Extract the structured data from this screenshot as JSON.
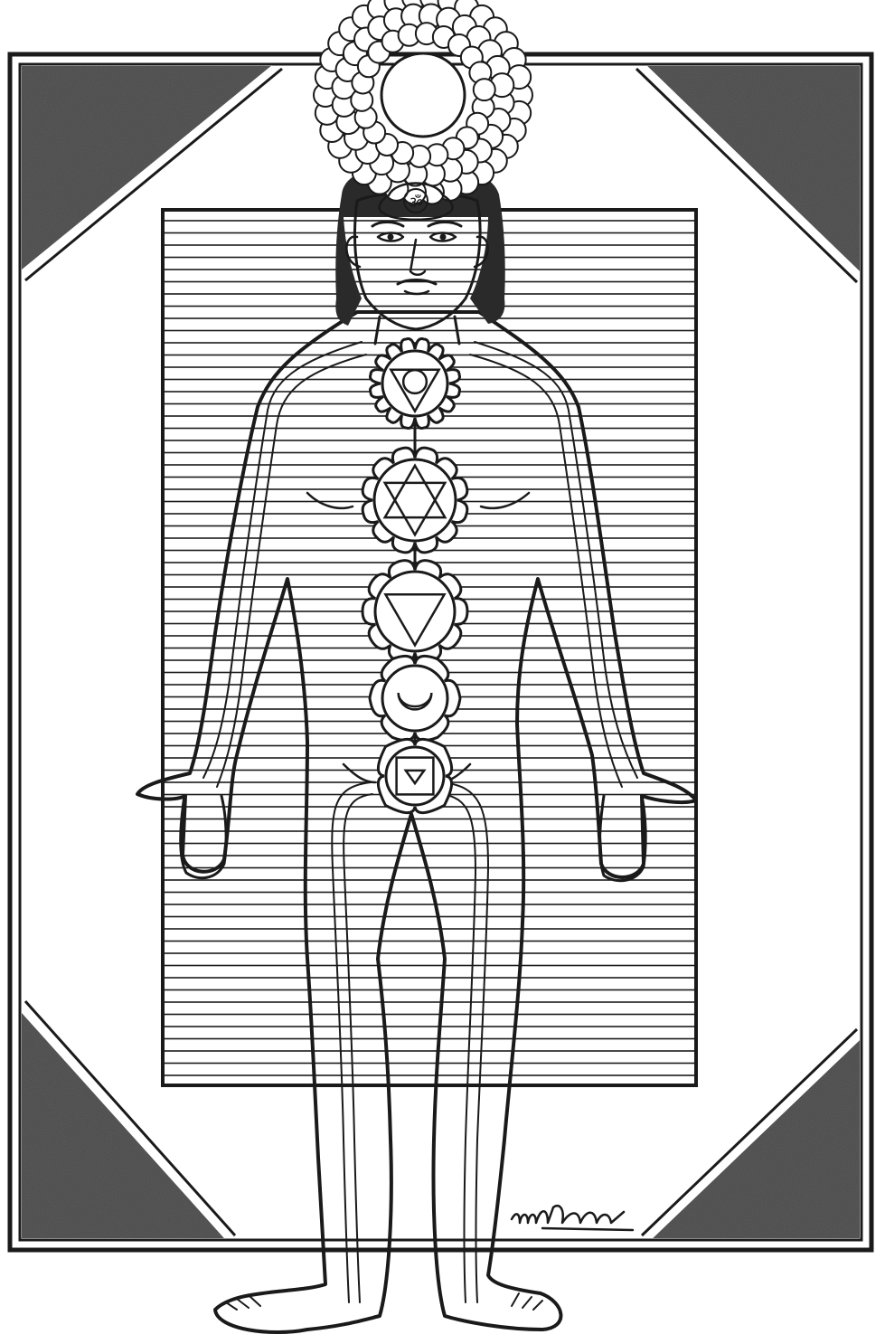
{
  "illustration": {
    "subject": "human-figure-with-seven-chakras",
    "style": "black-and-white line drawing",
    "chakras": [
      {
        "id": "crown",
        "symbol": "thousand-petal-lotus-with-full-disc"
      },
      {
        "id": "third-eye",
        "symbol": "two-petal-lotus-with-om-glyph"
      },
      {
        "id": "throat",
        "symbol": "lotus-with-downward-triangle-and-circle"
      },
      {
        "id": "heart",
        "symbol": "lotus-with-six-pointed-star"
      },
      {
        "id": "solar-plexus",
        "symbol": "lotus-with-downward-triangle"
      },
      {
        "id": "sacral",
        "symbol": "lotus-with-crescent-moon"
      },
      {
        "id": "root",
        "symbol": "lotus-with-square-and-small-triangle"
      }
    ],
    "signature": "mYLMF",
    "colors": {
      "ink": "#1a1a1a",
      "paper": "#ffffff",
      "corner_fill": "#4d4d4d"
    }
  }
}
